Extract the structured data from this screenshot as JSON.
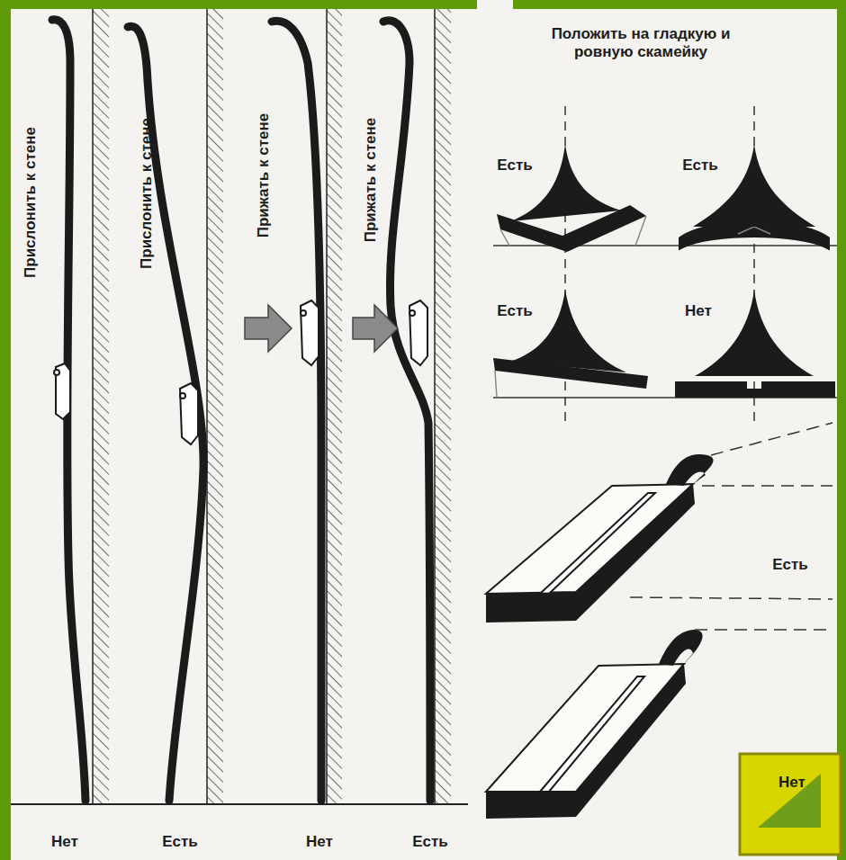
{
  "diagram": {
    "labels": [
      "Прислонить к стене",
      "Прислонить к стене",
      "Прижать к стене",
      "Прижать к стене",
      "Нет",
      "Есть",
      "Нет",
      "Есть",
      "Положить на гладкую и ровную скамейку",
      "Есть",
      "Есть",
      "Есть",
      "Нет",
      "Есть",
      "Нет"
    ]
  }
}
